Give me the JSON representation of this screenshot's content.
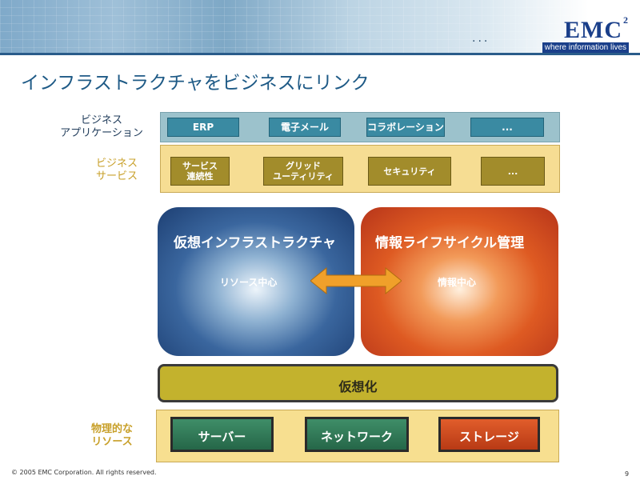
{
  "header": {
    "banner_dots": "...",
    "logo_text": "EMC",
    "logo_superscript": "2",
    "tagline": "where information lives"
  },
  "title": "インフラストラクチャをビジネスにリンク",
  "rows": {
    "business_applications": {
      "label_line1": "ビジネス",
      "label_line2": "アプリケーション",
      "items": [
        "ERP",
        "電子メール",
        "コラボレーション",
        "..."
      ]
    },
    "business_services": {
      "label_line1": "ビジネス",
      "label_line2": "サービス",
      "items": [
        {
          "line1": "サービス",
          "line2": "連続性"
        },
        {
          "line1": "グリッド",
          "line2": "ユーティリティ"
        },
        {
          "line1": "セキュリティ",
          "line2": ""
        },
        {
          "line1": "...",
          "line2": ""
        }
      ]
    }
  },
  "virtual_infrastructure": {
    "title": "仮想インフラストラクチャ",
    "center": "リソース中心"
  },
  "ilm": {
    "title": "情報ライフサイクル管理",
    "center": "情報中心"
  },
  "virtualization": "仮想化",
  "physical_resources": {
    "label_line1": "物理的な",
    "label_line2": "リソース",
    "items": [
      "サーバー",
      "ネットワーク",
      "ストレージ"
    ]
  },
  "footer": "© 2005 EMC Corporation. All rights reserved.",
  "page_number": "9",
  "colors": {
    "title": "#1e5a86",
    "banner": "#7fa9c9",
    "app_box": "#3a8aa2",
    "service_box": "#a28c2b",
    "virtual_box": "#1d3f73",
    "ilm_box": "#de5a22",
    "virtualization": "#c3b22d",
    "server": "#2e7a55",
    "network": "#2e7a55",
    "storage": "#cf4a1c",
    "arrow": "#f0a02a"
  }
}
